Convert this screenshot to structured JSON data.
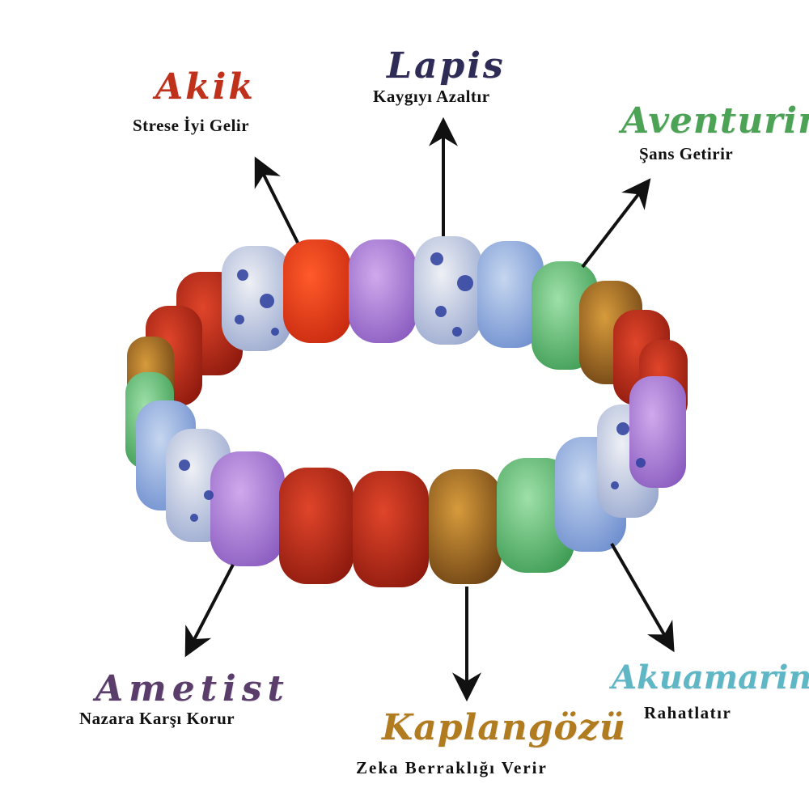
{
  "stones": [
    {
      "name": "Akik",
      "description": "Strese İyi Gelir",
      "color": "#c0311c"
    },
    {
      "name": "Lapis",
      "description": "Kaygıyı Azaltır",
      "color": "#2e2c57"
    },
    {
      "name": "Aventurin",
      "description": "Şans Getirir",
      "color": "#4ca356"
    },
    {
      "name": "Ametist",
      "description": "Nazara Karşı Korur",
      "color": "#5a3d6b"
    },
    {
      "name": "Kaplangözü",
      "description": "Zeka Berraklığı Verir",
      "color": "#b07c1f"
    },
    {
      "name": "Akuamarin",
      "description": "Rahatlatır",
      "color": "#5fb7c6"
    }
  ]
}
